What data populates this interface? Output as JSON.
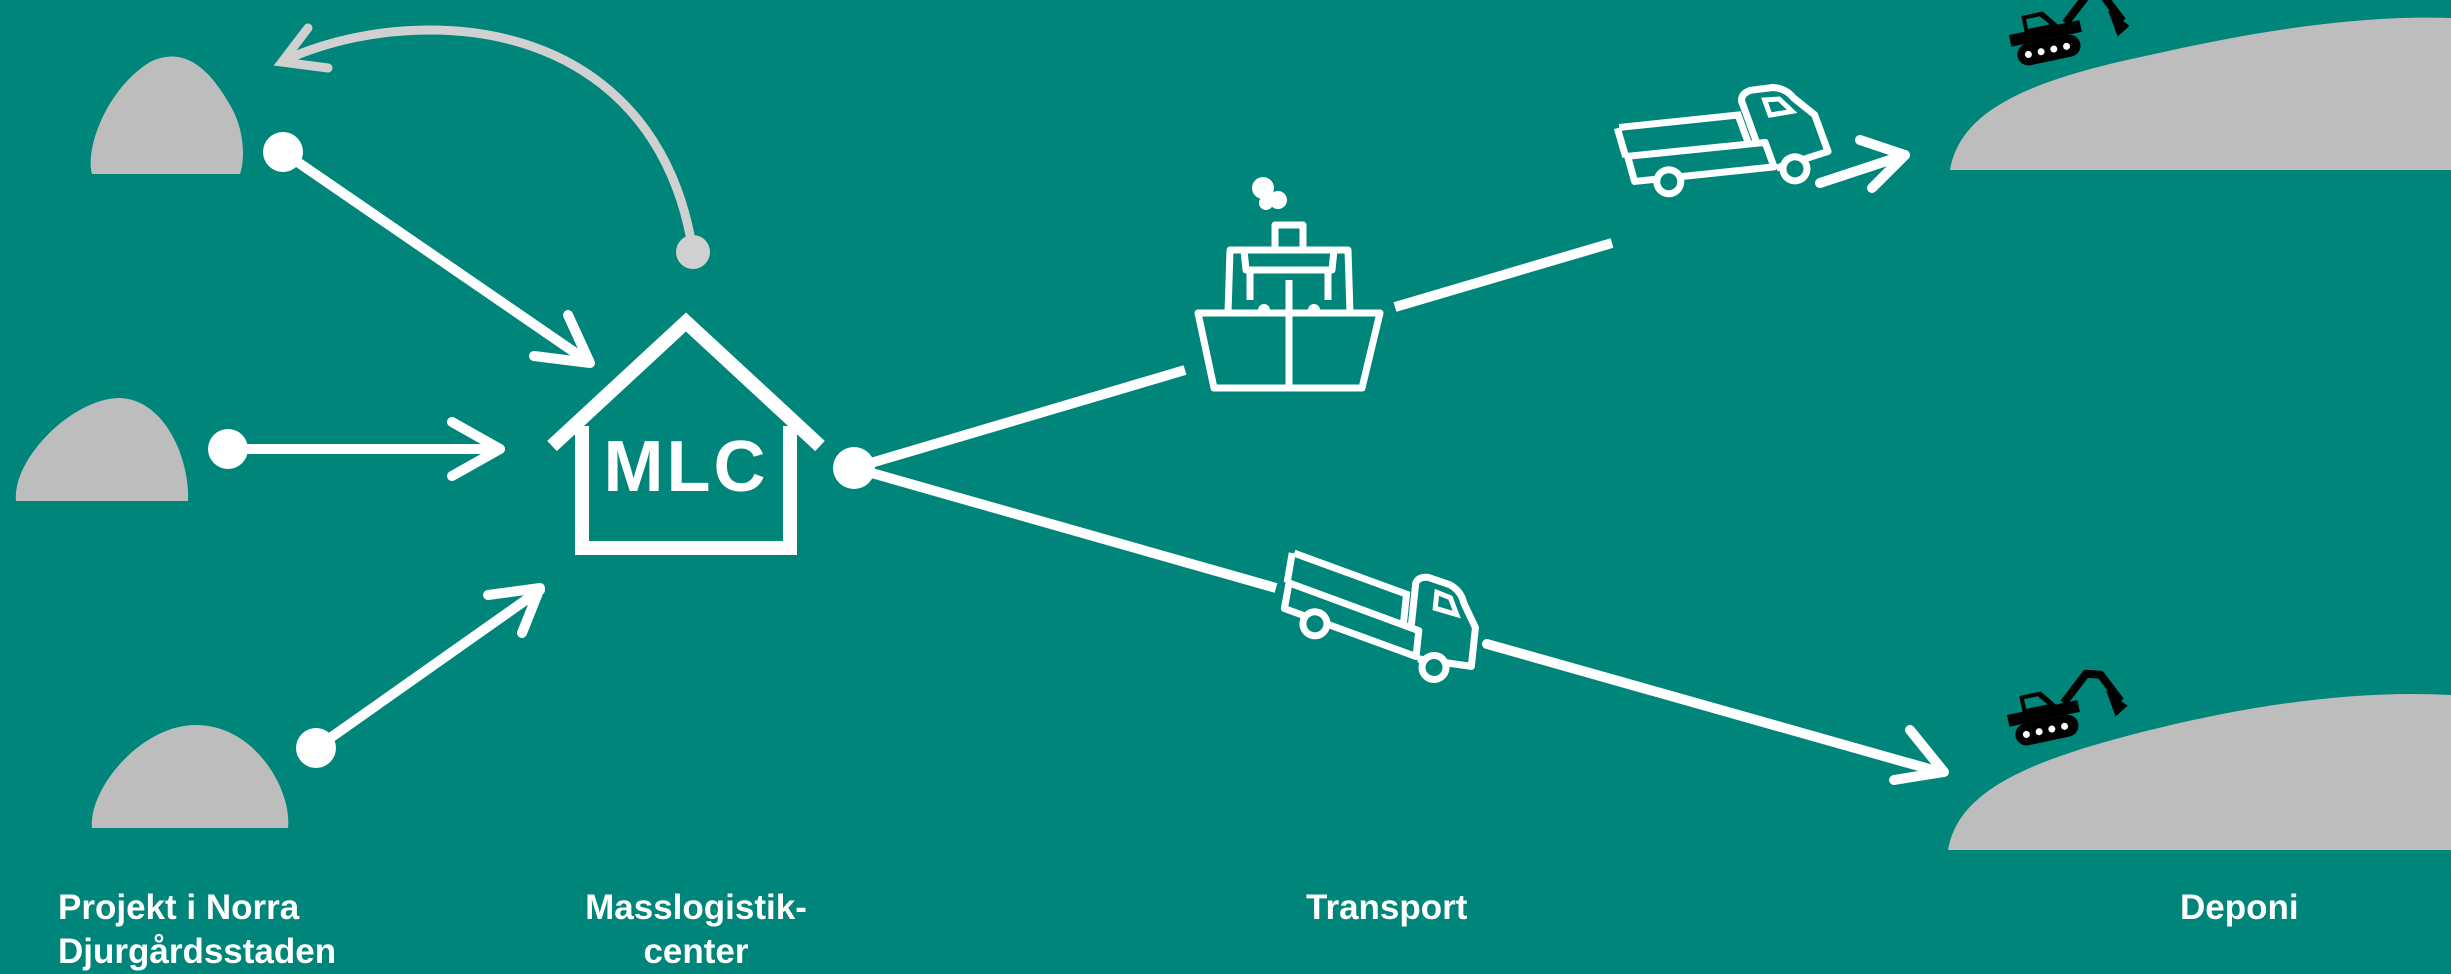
{
  "diagram": {
    "hub_label": "MLC",
    "labels": {
      "projects": [
        "Projekt i Norra",
        "Djurgårdsstaden"
      ],
      "mlc": [
        "Masslogistik-",
        "center"
      ],
      "transport": "Transport",
      "deposit": "Deponi"
    },
    "colors": {
      "background": "#00857B",
      "foreground": "#FFFFFF",
      "pile": "#BDBDBD",
      "return_arrow": "#D0D0D0",
      "excavator": "#000000"
    },
    "icons": [
      "soil-pile-icon",
      "house-icon",
      "ship-icon",
      "truck-icon",
      "excavator-icon",
      "landfill-icon"
    ]
  }
}
